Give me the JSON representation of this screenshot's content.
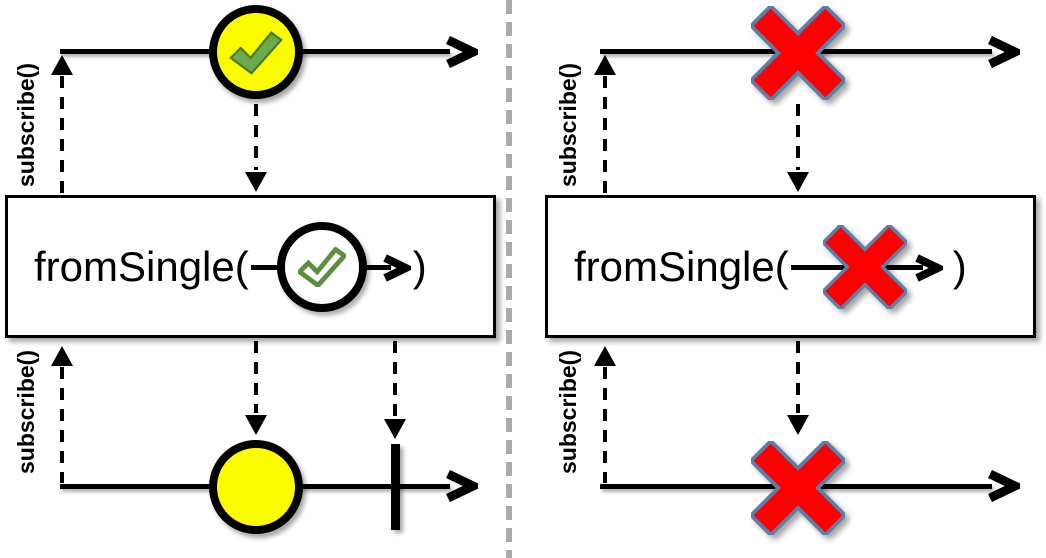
{
  "panels": [
    {
      "name": "success-case",
      "source": {
        "subscribe_label": "subscribe()",
        "event_icon": "check-marble-icon"
      },
      "operator": {
        "prefix": "fromSingle(",
        "suffix": ")",
        "inner_icon": "check-outline-marble-icon"
      },
      "result": {
        "subscribe_label": "subscribe()",
        "events": [
          "value-marble",
          "complete-bar"
        ]
      }
    },
    {
      "name": "error-case",
      "source": {
        "subscribe_label": "subscribe()",
        "event_icon": "error-x-icon"
      },
      "operator": {
        "prefix": "fromSingle(",
        "suffix": ")",
        "inner_icon": "error-x-icon"
      },
      "result": {
        "subscribe_label": "subscribe()",
        "events": [
          "error-x"
        ]
      }
    }
  ],
  "colors": {
    "marble_yellow": "#fbfb00",
    "check_green": "#6cab4c",
    "check_green_dark": "#4d7a2f",
    "error_red": "#fe0000",
    "error_border_blue": "#5b7fa6",
    "divider_gray": "#ababab",
    "line_black": "#000000"
  }
}
